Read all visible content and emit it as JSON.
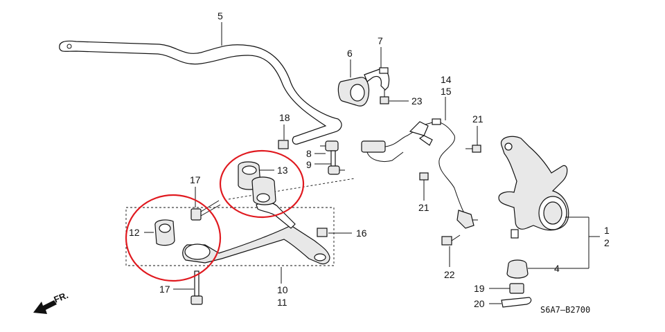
{
  "diagram": {
    "reference_code": "S6A7–B2700",
    "direction_label": "FR.",
    "part_numbers": [
      "5",
      "6",
      "7",
      "23",
      "18",
      "14",
      "15",
      "21",
      "8",
      "9",
      "13",
      "17",
      "12",
      "16",
      "1",
      "2",
      "4",
      "19",
      "20",
      "21",
      "22",
      "17",
      "10",
      "11"
    ]
  },
  "colors": {
    "line": "#111111",
    "highlight": "#e0191f",
    "background": "#ffffff"
  }
}
